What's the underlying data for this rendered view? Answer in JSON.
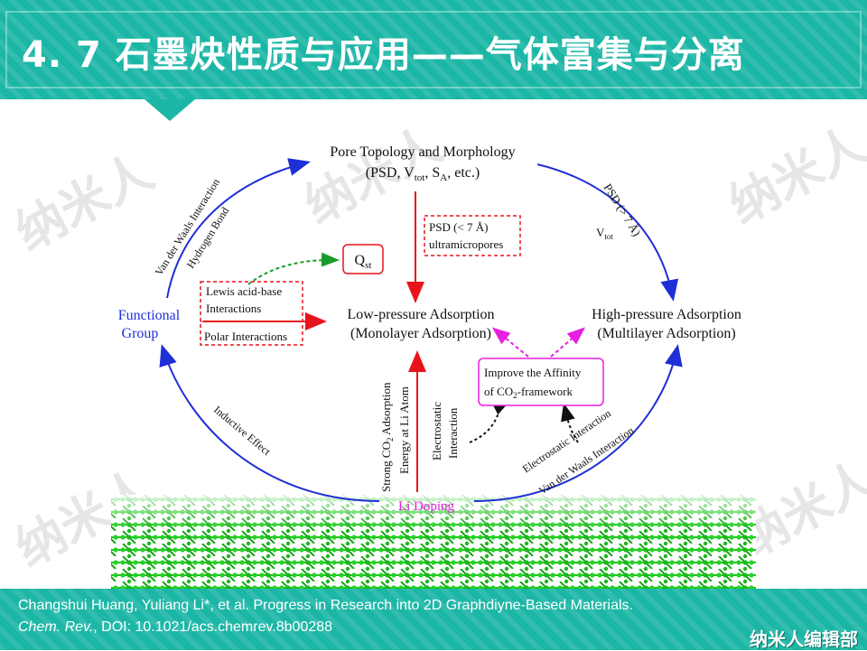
{
  "header": {
    "title": "4. 7  石墨炔性质与应用——气体富集与分离"
  },
  "watermark": {
    "text": "纳米人"
  },
  "diagram": {
    "pore_title": "Pore Topology and Morphology",
    "pore_sub": "(PSD, V",
    "pore_sub2": "tot",
    "pore_sub3": ", S",
    "pore_sub4": "A",
    "pore_sub5": ", etc.)",
    "functional_group_line1": "Functional",
    "functional_group_line2": "Group",
    "low_pressure_line1": "Low-pressure Adsorption",
    "low_pressure_line2": "(Monolayer Adsorption)",
    "high_pressure_line1": "High-pressure Adsorption",
    "high_pressure_line2": "(Multilayer Adsorption)",
    "qst": "Q",
    "qst_sub": "st",
    "lewis_line1": "Lewis acid-base",
    "lewis_line2": "Interactions",
    "polar": "Polar Interactions",
    "psd_small_line1": "PSD (< 7 Å)",
    "psd_small_line2": "ultramicropores",
    "psd_large": "PSD (> 7 Å)",
    "vtot": "V",
    "vtot_sub": "tot",
    "vdw_top": "Van der Waals Interaction",
    "hbond": "Hydrogen Bond",
    "inductive": "Inductive Effect",
    "improve_line1": "Improve the Affinity",
    "improve_line2": "of CO",
    "improve_line2b": "2",
    "improve_line2c": "-framework",
    "strong_co2": "Strong CO",
    "strong_co2_sub": "2",
    "strong_co2_rest": " Adsorption",
    "energy_li": "Energy at Li Atom",
    "electrostatic_line1": "Electrostatic",
    "electrostatic_line2": "Interaction",
    "electrostatic_right": "Electrostatic Interaction",
    "vdw_right": "Van der Waals Interaction",
    "li_doping": "Li Doping"
  },
  "footer": {
    "citation_line1": "Changshui Huang, Yuliang Li*, et al. Progress in Research into 2D Graphdiyne-Based Materials.",
    "citation_journal": "Chem. Rev.",
    "citation_doi": ", DOI: 10.1021/acs.chemrev.8b00288",
    "brand": "纳米人编辑部"
  },
  "colors": {
    "teal": "#1bb6a6",
    "blue_arrow": "#1f2fd6",
    "red_arrow": "#e8141b",
    "green_dashed": "#1a9a2a",
    "magenta": "#e81ee0",
    "lattice_green": "#1ec21e"
  }
}
